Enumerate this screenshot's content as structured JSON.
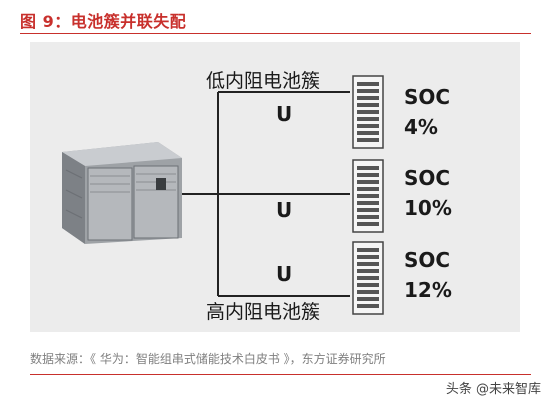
{
  "title": "图 9：电池簇并联失配",
  "diagram": {
    "top_label": "低内阻电池簇",
    "bottom_label": "高内阻电池簇",
    "branch_symbol": "U",
    "soc_label": "SOC",
    "branches": [
      {
        "soc_value": "4%"
      },
      {
        "soc_value": "10%"
      },
      {
        "soc_value": "12%"
      }
    ]
  },
  "source": "数据来源：《 华为：智能组串式储能技术白皮书 》，东方证券研究所",
  "watermark": "头条 @未来智库",
  "colors": {
    "accent": "#c8302c",
    "panel": "#ececec"
  }
}
